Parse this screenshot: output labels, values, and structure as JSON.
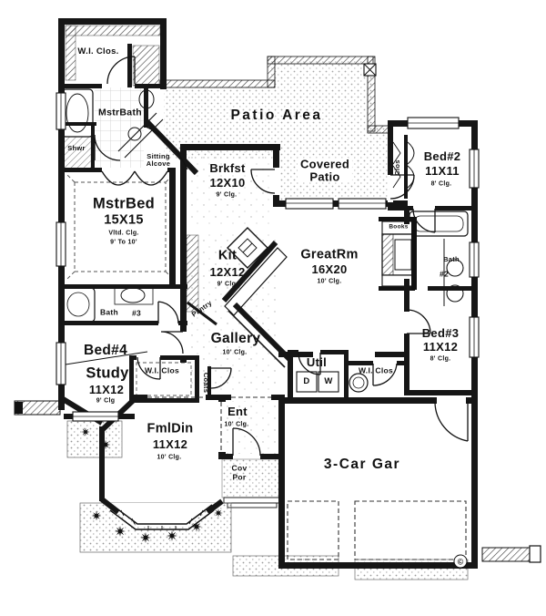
{
  "rooms": {
    "wi_clos_master": {
      "label": "W.I. Clos."
    },
    "mstr_bath": {
      "label": "MstrBath"
    },
    "shwr": {
      "label": "Shwr"
    },
    "sitting_alcove": {
      "line1": "Sitting",
      "line2": "Alcove"
    },
    "patio_area": {
      "label": "Patio Area"
    },
    "covered_patio": {
      "line1": "Covered",
      "line2": "Patio"
    },
    "brkfst": {
      "label": "Brkfst",
      "dims": "12X10",
      "ceiling": "9' Clg."
    },
    "bed2": {
      "label": "Bed#2",
      "dims": "11X11",
      "ceiling": "8' Clg.",
      "closet": "Clos"
    },
    "mstr_bed": {
      "label": "MstrBed",
      "dims": "15X15",
      "ceiling_type": "Vltd. Clg.",
      "ceiling_height": "9' To 10'"
    },
    "kit": {
      "label": "Kit",
      "dims": "12X12",
      "ceiling": "9' Clg."
    },
    "great_rm": {
      "label": "GreatRm",
      "dims": "16X20",
      "ceiling": "10' Clg.",
      "books": "Books"
    },
    "bath2": {
      "label": "Bath",
      "number": "#2"
    },
    "bed3": {
      "label": "Bed#3",
      "dims": "11X12",
      "ceiling": "8' Clg."
    },
    "bath3": {
      "label": "Bath",
      "number": "#3"
    },
    "pantry": {
      "label": "Pantry"
    },
    "bed4_study": {
      "label1": "Bed#4",
      "label2": "Study",
      "dims": "11X12",
      "ceiling": "9' Clg"
    },
    "wi_clos_study": {
      "label": "W.I. Clos"
    },
    "coats": {
      "label": "Coats"
    },
    "gallery": {
      "label": "Gallery",
      "ceiling": "10' Clg."
    },
    "util": {
      "label": "Util",
      "dryer": "D",
      "washer": "W"
    },
    "wi_clos_garage": {
      "label": "W.I. Clos"
    },
    "ent": {
      "label": "Ent",
      "ceiling": "10' Clg."
    },
    "fml_din": {
      "label": "FmlDin",
      "dims": "11X12",
      "ceiling": "10' Clg."
    },
    "cov_por": {
      "line1": "Cov",
      "line2": "Por"
    },
    "garage": {
      "label": "3-Car Gar"
    },
    "copyright": {
      "symbol": "©"
    }
  }
}
